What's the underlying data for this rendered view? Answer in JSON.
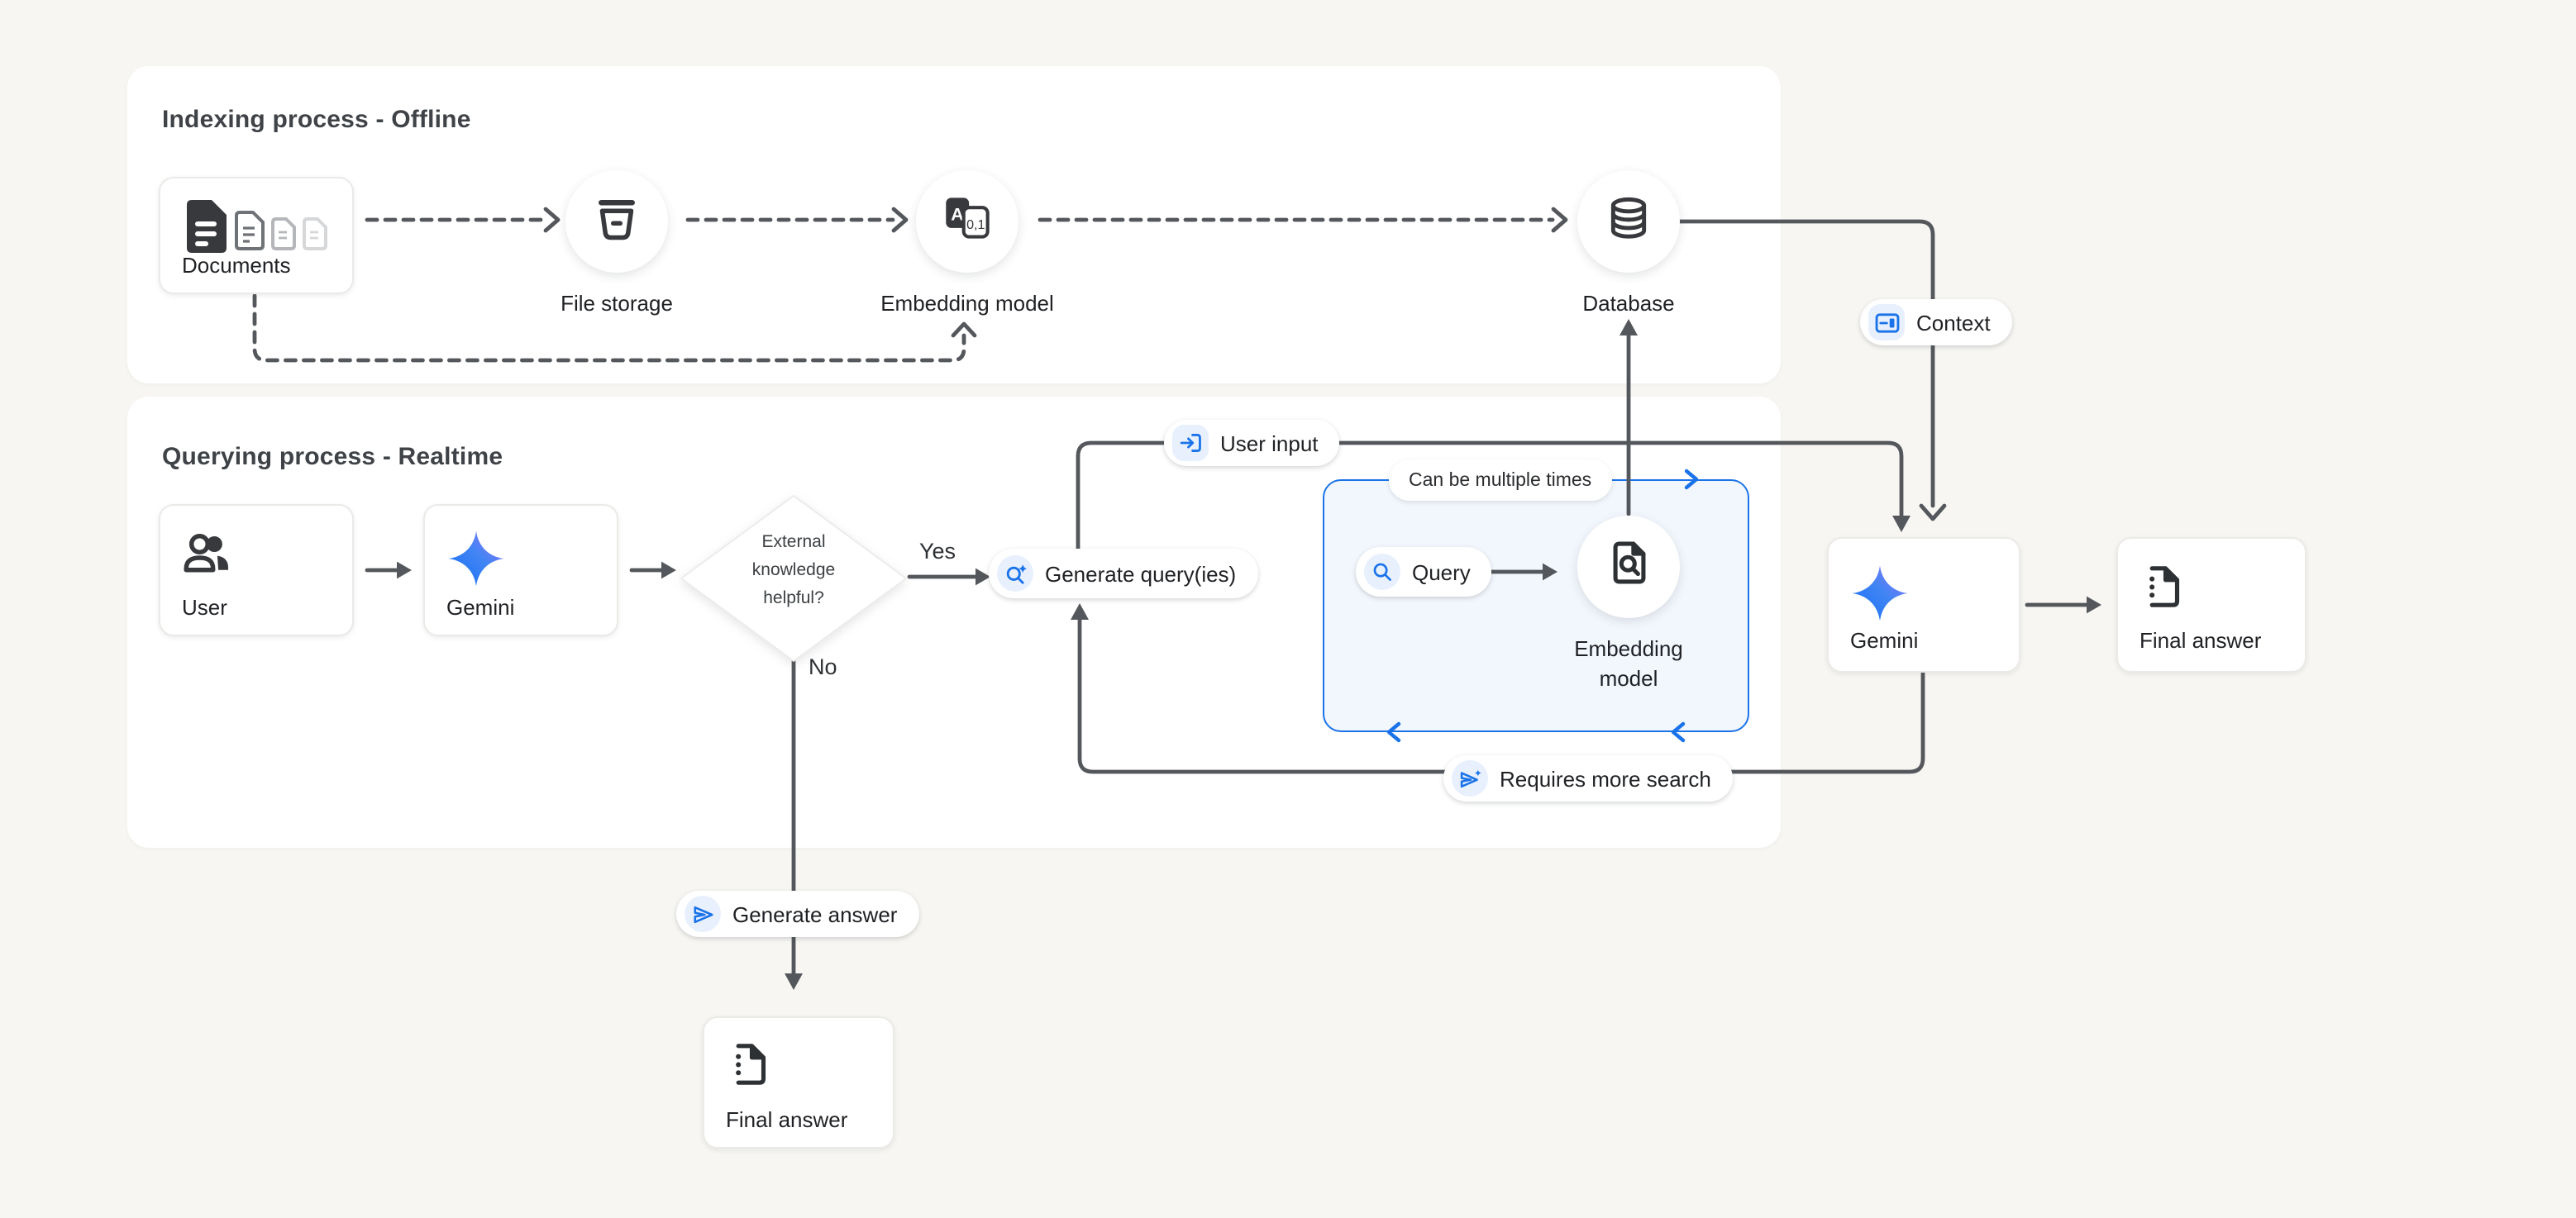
{
  "sections": {
    "indexing": {
      "title": "Indexing process - Offline"
    },
    "querying": {
      "title": "Querying process - Realtime"
    }
  },
  "nodes": {
    "documents": {
      "label": "Documents"
    },
    "file_storage": {
      "label": "File storage"
    },
    "embedding_model_offline": {
      "label": "Embedding model"
    },
    "database": {
      "label": "Database"
    },
    "user": {
      "label": "User"
    },
    "gemini_query": {
      "label": "Gemini"
    },
    "decision": {
      "label": "External knowledge helpful?"
    },
    "embedding_model_realtime": {
      "label": "Embedding model"
    },
    "gemini_answer": {
      "label": "Gemini"
    },
    "final_answer_right": {
      "label": "Final answer"
    },
    "final_answer_bottom": {
      "label": "Final answer"
    }
  },
  "badges": {
    "context": {
      "label": "Context"
    },
    "user_input": {
      "label": "User input"
    },
    "generate_queries": {
      "label": "Generate query(ies)"
    },
    "query": {
      "label": "Query"
    },
    "requires_more_search": {
      "label": "Requires more search"
    },
    "generate_answer": {
      "label": "Generate answer"
    }
  },
  "labels": {
    "yes": "Yes",
    "no": "No",
    "can_be_multiple_times": "Can be multiple times",
    "embed_icon_a": "A",
    "embed_icon_digits": "0,1"
  },
  "colors": {
    "accent_blue": "#1a73e8",
    "chip_background": "#e8f0fe",
    "wire_gray": "#54575b",
    "loop_box_fill": "#f2f7fd",
    "page_background": "#f7f6f3",
    "gemini_gradient_start": "#146ef5",
    "gemini_gradient_end": "#9b72f9"
  }
}
